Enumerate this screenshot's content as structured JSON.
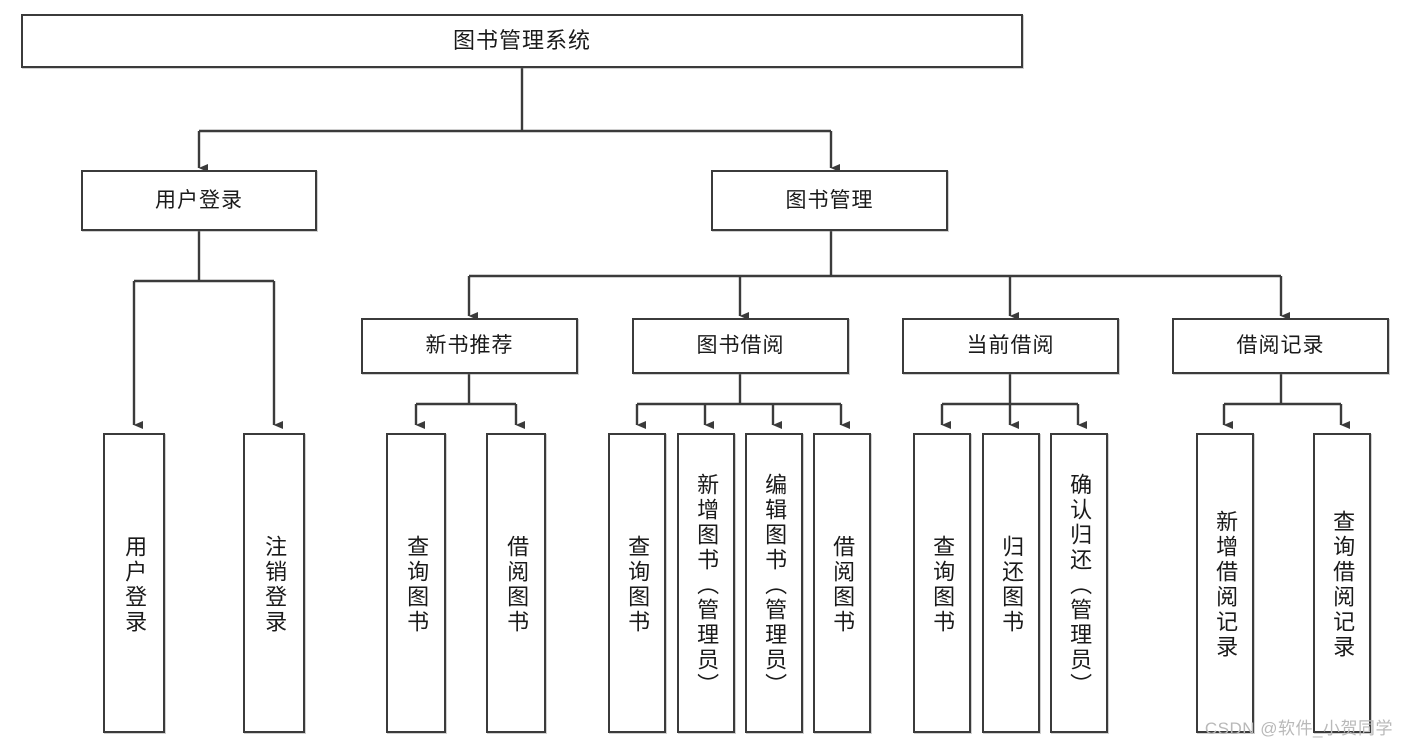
{
  "diagram": {
    "title": "图书管理系统",
    "type": "tree-hierarchy",
    "colors": {
      "stroke": "#3b3b3b",
      "fill": "#ffffff",
      "text": "#1a1a1a",
      "watermark": "#b9b9b9"
    },
    "root": {
      "label": "图书管理系统"
    },
    "level2": [
      {
        "label": "用户登录"
      },
      {
        "label": "图书管理"
      }
    ],
    "level3": [
      {
        "label": "新书推荐"
      },
      {
        "label": "图书借阅"
      },
      {
        "label": "当前借阅"
      },
      {
        "label": "借阅记录"
      }
    ],
    "leaves": {
      "user_login": [
        {
          "label": "用户登录"
        },
        {
          "label": "注销登录"
        }
      ],
      "new_book": [
        {
          "label": "查询图书"
        },
        {
          "label": "借阅图书"
        }
      ],
      "book_borrow": [
        {
          "label": "查询图书"
        },
        {
          "label": "新增图书（管理员）"
        },
        {
          "label": "编辑图书（管理员）"
        },
        {
          "label": "借阅图书"
        }
      ],
      "current_borrow": [
        {
          "label": "查询图书"
        },
        {
          "label": "归还图书"
        },
        {
          "label": "确认归还（管理员）"
        }
      ],
      "borrow_record": [
        {
          "label": "新增借阅记录"
        },
        {
          "label": "查询借阅记录"
        }
      ]
    },
    "watermark": "CSDN @软件_小贺同学"
  }
}
